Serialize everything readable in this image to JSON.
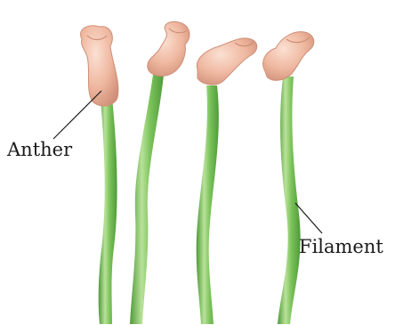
{
  "diagram": {
    "labels": {
      "anther": "Anther",
      "filament": "Filament"
    },
    "colors": {
      "filament": "#7cc35b",
      "filament_light": "#b9e29a",
      "filament_dark": "#4f9a3a",
      "anther": "#efb8a0",
      "anther_dark": "#cf8e77",
      "anther_light": "#fbe0d3",
      "leader_line": "#1a1a1a"
    },
    "stamen_count": 4
  }
}
